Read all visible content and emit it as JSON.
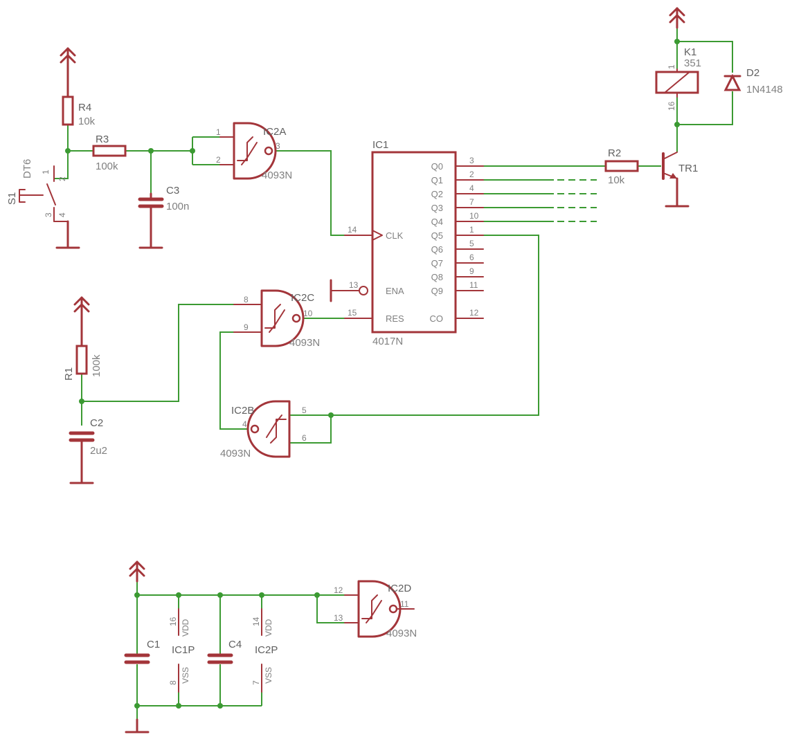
{
  "components": {
    "r4": {
      "name": "R4",
      "value": "10k"
    },
    "r3": {
      "name": "R3",
      "value": "100k"
    },
    "r1": {
      "name": "R1",
      "value": "100k"
    },
    "r2": {
      "name": "R2",
      "value": "10k"
    },
    "c3": {
      "name": "C3",
      "value": "100n"
    },
    "c2": {
      "name": "C2",
      "value": "2u2"
    },
    "c1": {
      "name": "C1"
    },
    "c4": {
      "name": "C4"
    },
    "s1": {
      "name": "S1",
      "value": "DT6"
    },
    "ic2a": {
      "name": "IC2A",
      "value": "4093N"
    },
    "ic2b": {
      "name": "IC2B",
      "value": "4093N"
    },
    "ic2c": {
      "name": "IC2C",
      "value": "4093N"
    },
    "ic2d": {
      "name": "IC2D",
      "value": "4093N"
    },
    "ic1": {
      "name": "IC1",
      "value": "4017N"
    },
    "ic1p": {
      "name": "IC1P"
    },
    "ic2p": {
      "name": "IC2P"
    },
    "tr1": {
      "name": "TR1"
    },
    "k1": {
      "name": "K1",
      "value": "351"
    },
    "d2": {
      "name": "D2",
      "value": "1N4148"
    }
  },
  "ic1_pins": {
    "left": [
      {
        "label": "CLK",
        "pin": "14"
      },
      {
        "label": "ENA",
        "pin": "13"
      },
      {
        "label": "RES",
        "pin": "15"
      }
    ],
    "right": [
      {
        "label": "Q0",
        "pin": "3"
      },
      {
        "label": "Q1",
        "pin": "2"
      },
      {
        "label": "Q2",
        "pin": "4"
      },
      {
        "label": "Q3",
        "pin": "7"
      },
      {
        "label": "Q4",
        "pin": "10"
      },
      {
        "label": "Q5",
        "pin": "1"
      },
      {
        "label": "Q6",
        "pin": "5"
      },
      {
        "label": "Q7",
        "pin": "6"
      },
      {
        "label": "Q8",
        "pin": "9"
      },
      {
        "label": "Q9",
        "pin": "11"
      },
      {
        "label": "CO",
        "pin": "12"
      }
    ]
  },
  "gate_pins": {
    "ic2a": {
      "in1": "1",
      "in2": "2",
      "out": "3"
    },
    "ic2c": {
      "in1": "8",
      "in2": "9",
      "out": "10"
    },
    "ic2b": {
      "in1": "5",
      "in2": "6",
      "out": "4"
    },
    "ic2d": {
      "in1": "12",
      "in2": "13",
      "out": "11"
    }
  },
  "switch_pins": {
    "p1": "1",
    "p2": "2",
    "p3": "3",
    "p4": "4"
  },
  "relay_pins": {
    "top": "1",
    "bottom": "16"
  },
  "power": {
    "ic1": {
      "vdd_pin": "16",
      "vdd": "VDD",
      "vss_pin": "8",
      "vss": "VSS"
    },
    "ic2": {
      "vdd_pin": "14",
      "vdd": "VDD",
      "vss_pin": "7",
      "vss": "VSS"
    }
  }
}
